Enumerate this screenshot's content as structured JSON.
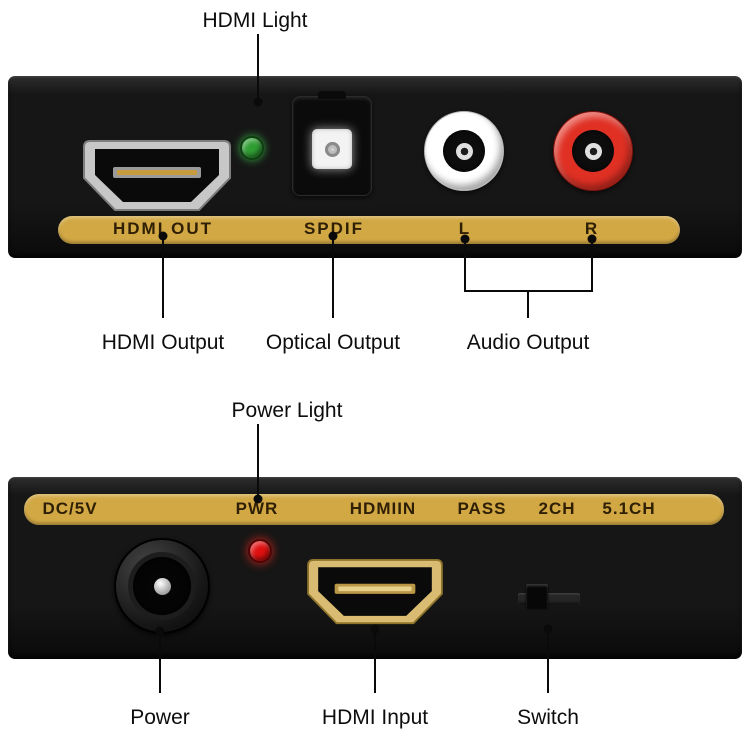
{
  "diagram": {
    "top_view": {
      "led_callout": "HDMI Light",
      "strip": {
        "hdmi_out": "HDMI OUT",
        "spdif": "SPDIF",
        "left": "L",
        "right": "R"
      },
      "callouts": {
        "hdmi_output": "HDMI Output",
        "optical_output": "Optical Output",
        "audio_output": "Audio Output"
      }
    },
    "bottom_view": {
      "led_callout": "Power Light",
      "strip": {
        "dc": "DC/5V",
        "pwr": "PWR",
        "hdmi_in": "HDMIIN",
        "pass": "PASS",
        "two_ch": "2CH",
        "five_one_ch": "5.1CH"
      },
      "callouts": {
        "power": "Power",
        "hdmi_input": "HDMI Input",
        "switch": "Switch"
      }
    },
    "colors": {
      "panel": "#161616",
      "label_strip": "#d2a845",
      "strip_text": "#2f2005",
      "hdmi_led": "#2f9e33",
      "power_led": "#e01010",
      "rca_left": "#ffffff",
      "rca_right": "#e03024",
      "callout": "#0a0a0a"
    }
  }
}
